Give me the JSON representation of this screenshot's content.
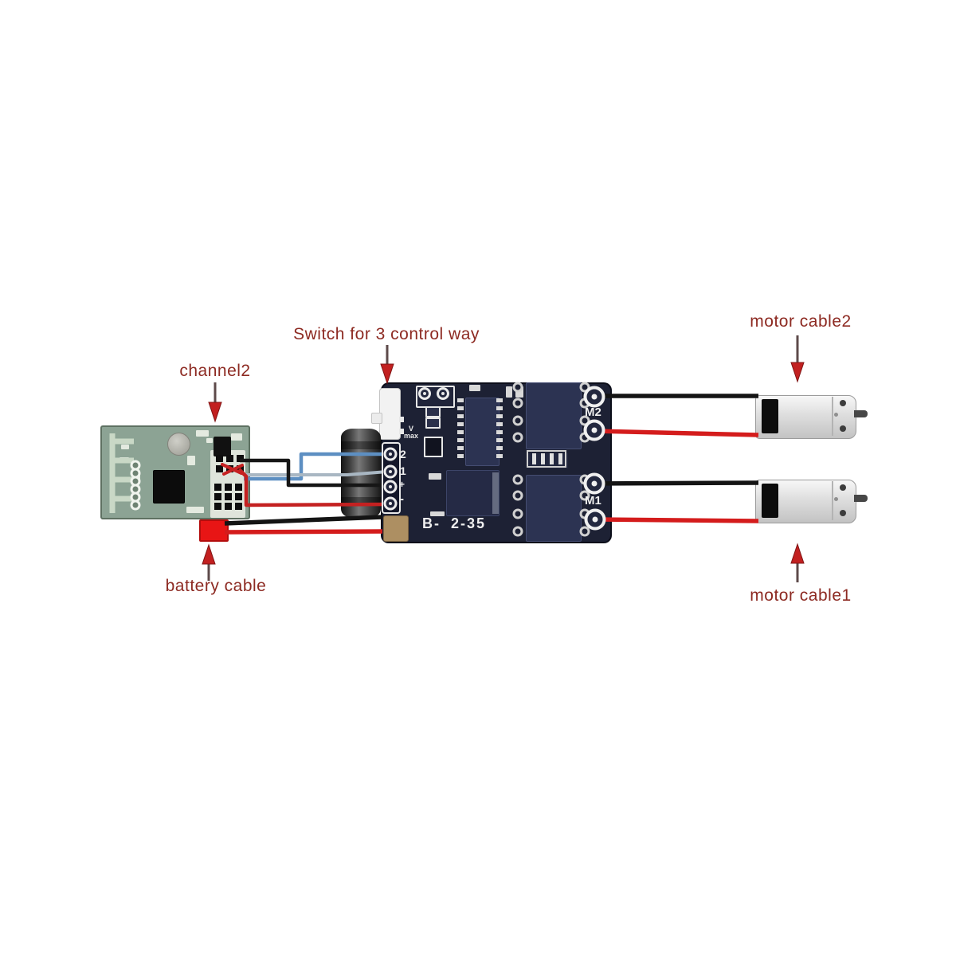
{
  "labels": {
    "channel2": "channel2",
    "switch": "Switch for 3 control way",
    "battery_cable": "battery cable",
    "motor_cable2": "motor cable2",
    "motor_cable1": "motor cable1"
  },
  "esc_board": {
    "silkscreen": "B- 2-35",
    "motor_port2": "M2",
    "motor_port1": "M1",
    "pin_labels": [
      "2",
      "1",
      "+",
      "-"
    ],
    "voltage_note_line1": "V",
    "voltage_note_line2": "max"
  },
  "colors": {
    "label_text": "#8d2a22",
    "esc_board": "#1d2134",
    "receiver_board": "#8ca394",
    "wire_red": "#d41c1c",
    "wire_black": "#141414",
    "wire_blue": "#5d8fc2",
    "wire_gray": "#a9b7c3",
    "battery_connector": "#e81515",
    "arrow_head": "#c22020"
  }
}
